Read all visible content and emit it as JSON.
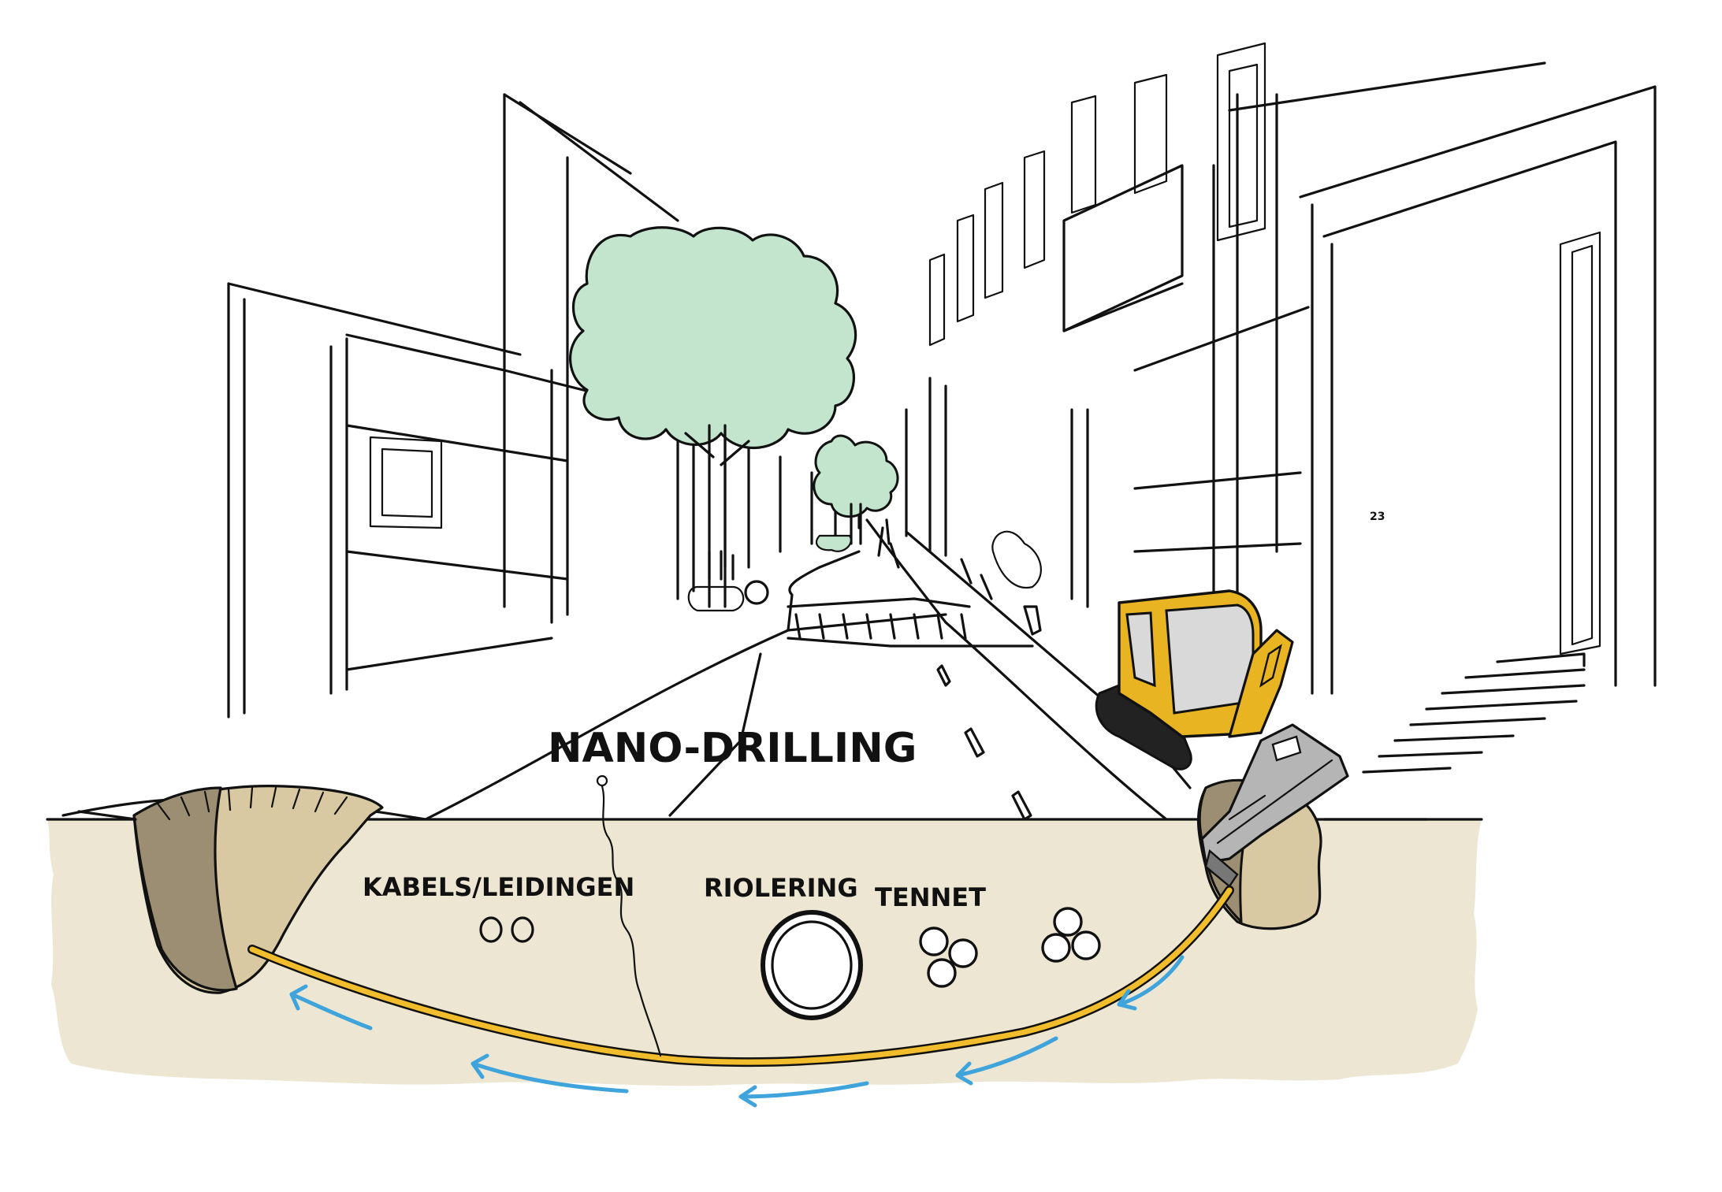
{
  "labels": {
    "title": "NANO-DRILLING",
    "cables": "KABELS/LEIDINGEN",
    "sewer": "RIOLERING",
    "tennet": "TENNET",
    "house_number": "23"
  },
  "colors": {
    "ink": "#111111",
    "soil": "#ede6d3",
    "pit_dark": "#9c8e73",
    "pit_light": "#d8c9a3",
    "tree": "#c3e5cd",
    "excavator_yellow": "#e9b422",
    "excavator_glass": "#d9d9d9",
    "pipe": "#f1bd2c",
    "arrow": "#3fa3dc"
  },
  "icons": {
    "tree": "tree-icon",
    "excavator": "excavator-icon",
    "arrow": "arrow-left-icon"
  }
}
